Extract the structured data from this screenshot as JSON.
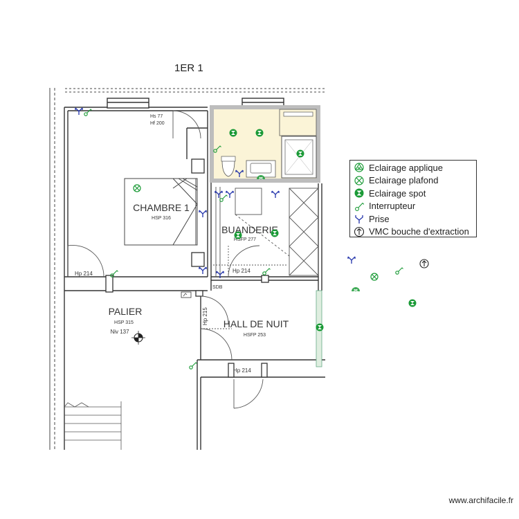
{
  "title": "1ER 1",
  "rooms": {
    "chambre": {
      "name": "CHAMBRE 1",
      "hsp": "HSP 316"
    },
    "buanderie": {
      "name": "BUANDERIE",
      "hsp": "HSFP 277"
    },
    "palier": {
      "name": "PALIER",
      "hsp": "HSP 315",
      "niv": "Niv 137"
    },
    "hall": {
      "name": "HALL DE NUIT",
      "hsp": "HSFP 253"
    }
  },
  "labels": {
    "hs_top": "Hs 77",
    "hf_top": "Hf 200",
    "hp_chambre": "Hp 214",
    "hp_buanderie": "Hp 214",
    "hp_bottom": "Hp 214",
    "hp_vertical": "Hp 215",
    "sdb": "SDB"
  },
  "legend": {
    "items": [
      {
        "icon": "applique-icon",
        "label": "Eclairage applique"
      },
      {
        "icon": "plafond-icon",
        "label": "Eclairage plafond"
      },
      {
        "icon": "spot-icon",
        "label": "Eclairage spot"
      },
      {
        "icon": "interrupteur-icon",
        "label": "Interrupteur"
      },
      {
        "icon": "prise-icon",
        "label": "Prise"
      },
      {
        "icon": "vmc-icon",
        "label": "VMC bouche d'extraction"
      }
    ]
  },
  "colors": {
    "symbol_green": "#1a9a36",
    "prise_blue": "#2233aa",
    "bathroom_fill": "#fbf4d7",
    "bathroom_border": "#8a8a8a",
    "wall": "#333333"
  },
  "footer": "www.archifacile.fr"
}
